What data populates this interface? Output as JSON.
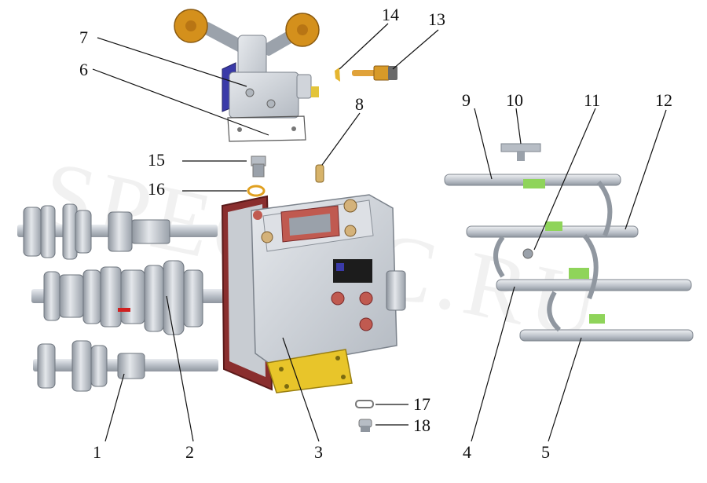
{
  "watermark": "SPEC-TC.RU",
  "callouts": [
    {
      "id": "1",
      "label": "1"
    },
    {
      "id": "2",
      "label": "2"
    },
    {
      "id": "3",
      "label": "3"
    },
    {
      "id": "4",
      "label": "4"
    },
    {
      "id": "5",
      "label": "5"
    },
    {
      "id": "6",
      "label": "6"
    },
    {
      "id": "7",
      "label": "7"
    },
    {
      "id": "8",
      "label": "8"
    },
    {
      "id": "9",
      "label": "9"
    },
    {
      "id": "10",
      "label": "10"
    },
    {
      "id": "11",
      "label": "11"
    },
    {
      "id": "12",
      "label": "12"
    },
    {
      "id": "13",
      "label": "13"
    },
    {
      "id": "14",
      "label": "14"
    },
    {
      "id": "15",
      "label": "15"
    },
    {
      "id": "16",
      "label": "16"
    },
    {
      "id": "17",
      "label": "17"
    },
    {
      "id": "18",
      "label": "18"
    }
  ],
  "colors": {
    "metal": "#c9ced6",
    "metal_dark": "#8f969f",
    "housing": "#d6dae0",
    "gasket": "#8a2e2e",
    "yellow": "#e8c52a",
    "orange": "#d98a1c",
    "green": "#8fd45a",
    "blue": "#3a3aa8",
    "plug": "#c05a50",
    "plate": "#1c1c1c"
  }
}
